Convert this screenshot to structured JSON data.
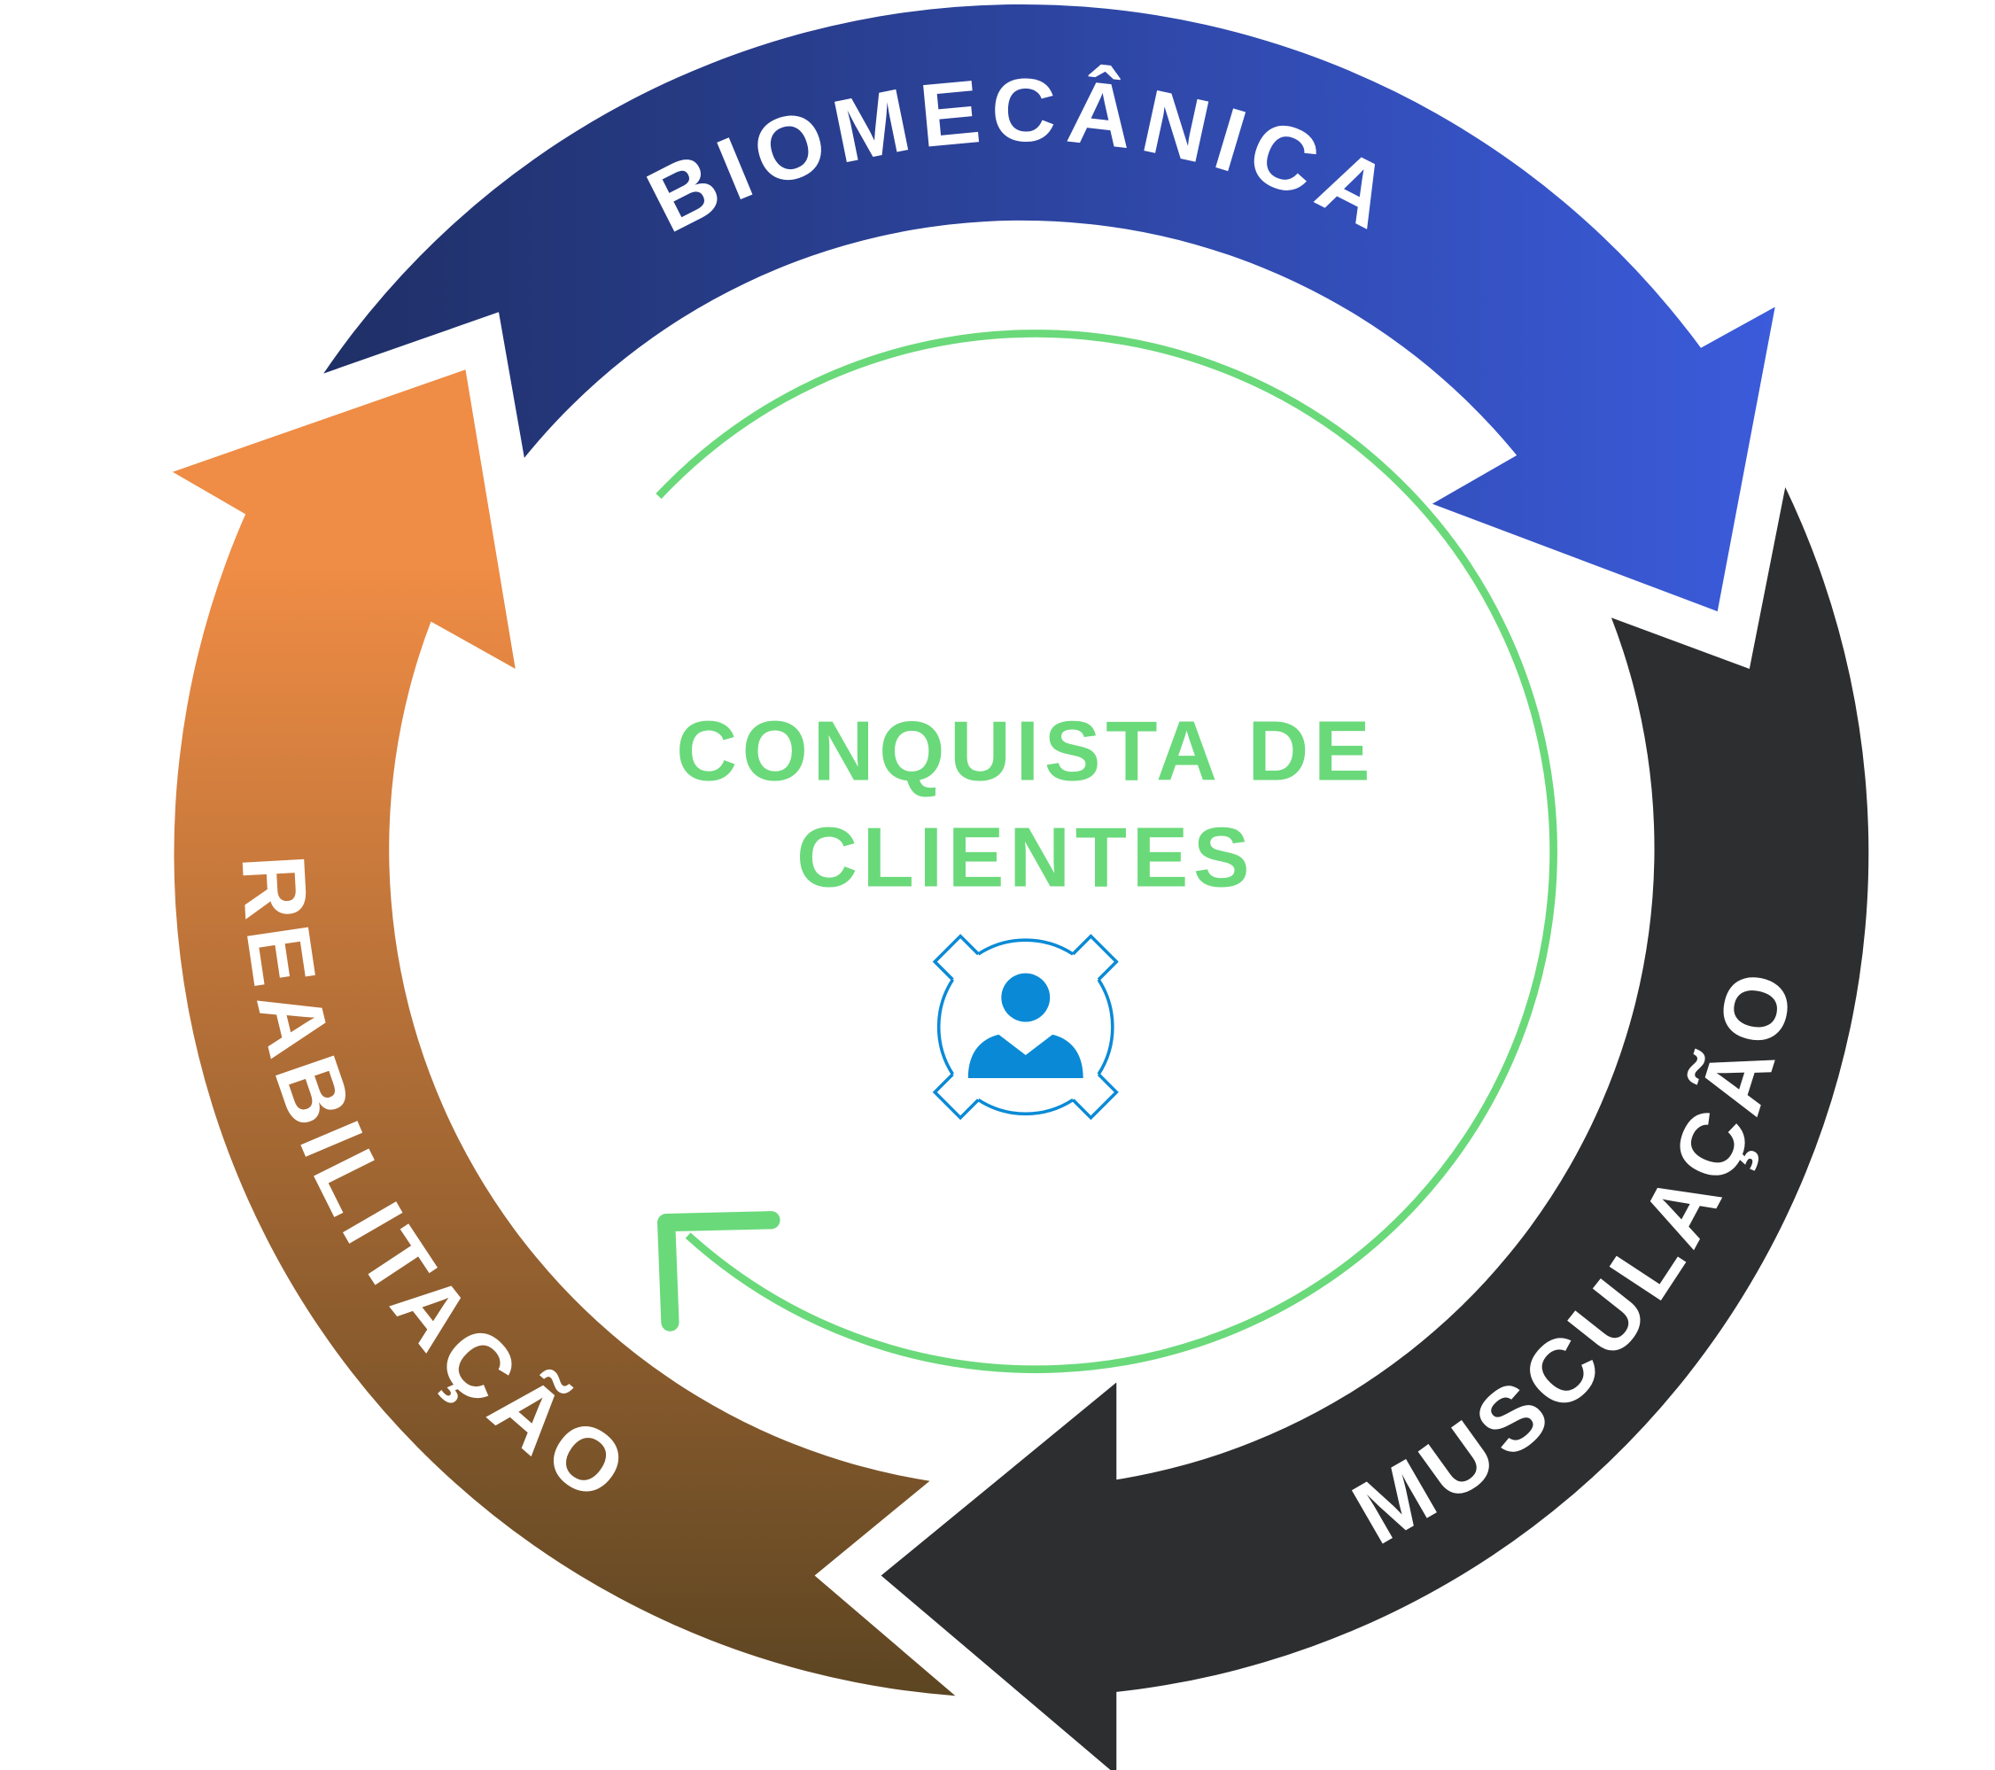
{
  "title_lines": [
    "CONQUISTA DE",
    "CLIENTES"
  ],
  "segments": [
    {
      "label": "BIOMECÂNICA",
      "color_start": "#1f2f66",
      "color_end": "#3b5bdb"
    },
    {
      "label": "MUSCULAÇÃO",
      "color": "#2d2e30"
    },
    {
      "label": "REABILITAÇÃO",
      "color_start": "#ef8c45",
      "color_end": "#5c4522"
    }
  ],
  "accent_green": "#6ad97a",
  "icon": {
    "name": "customer-target-icon",
    "color": "#0a8ad6"
  }
}
